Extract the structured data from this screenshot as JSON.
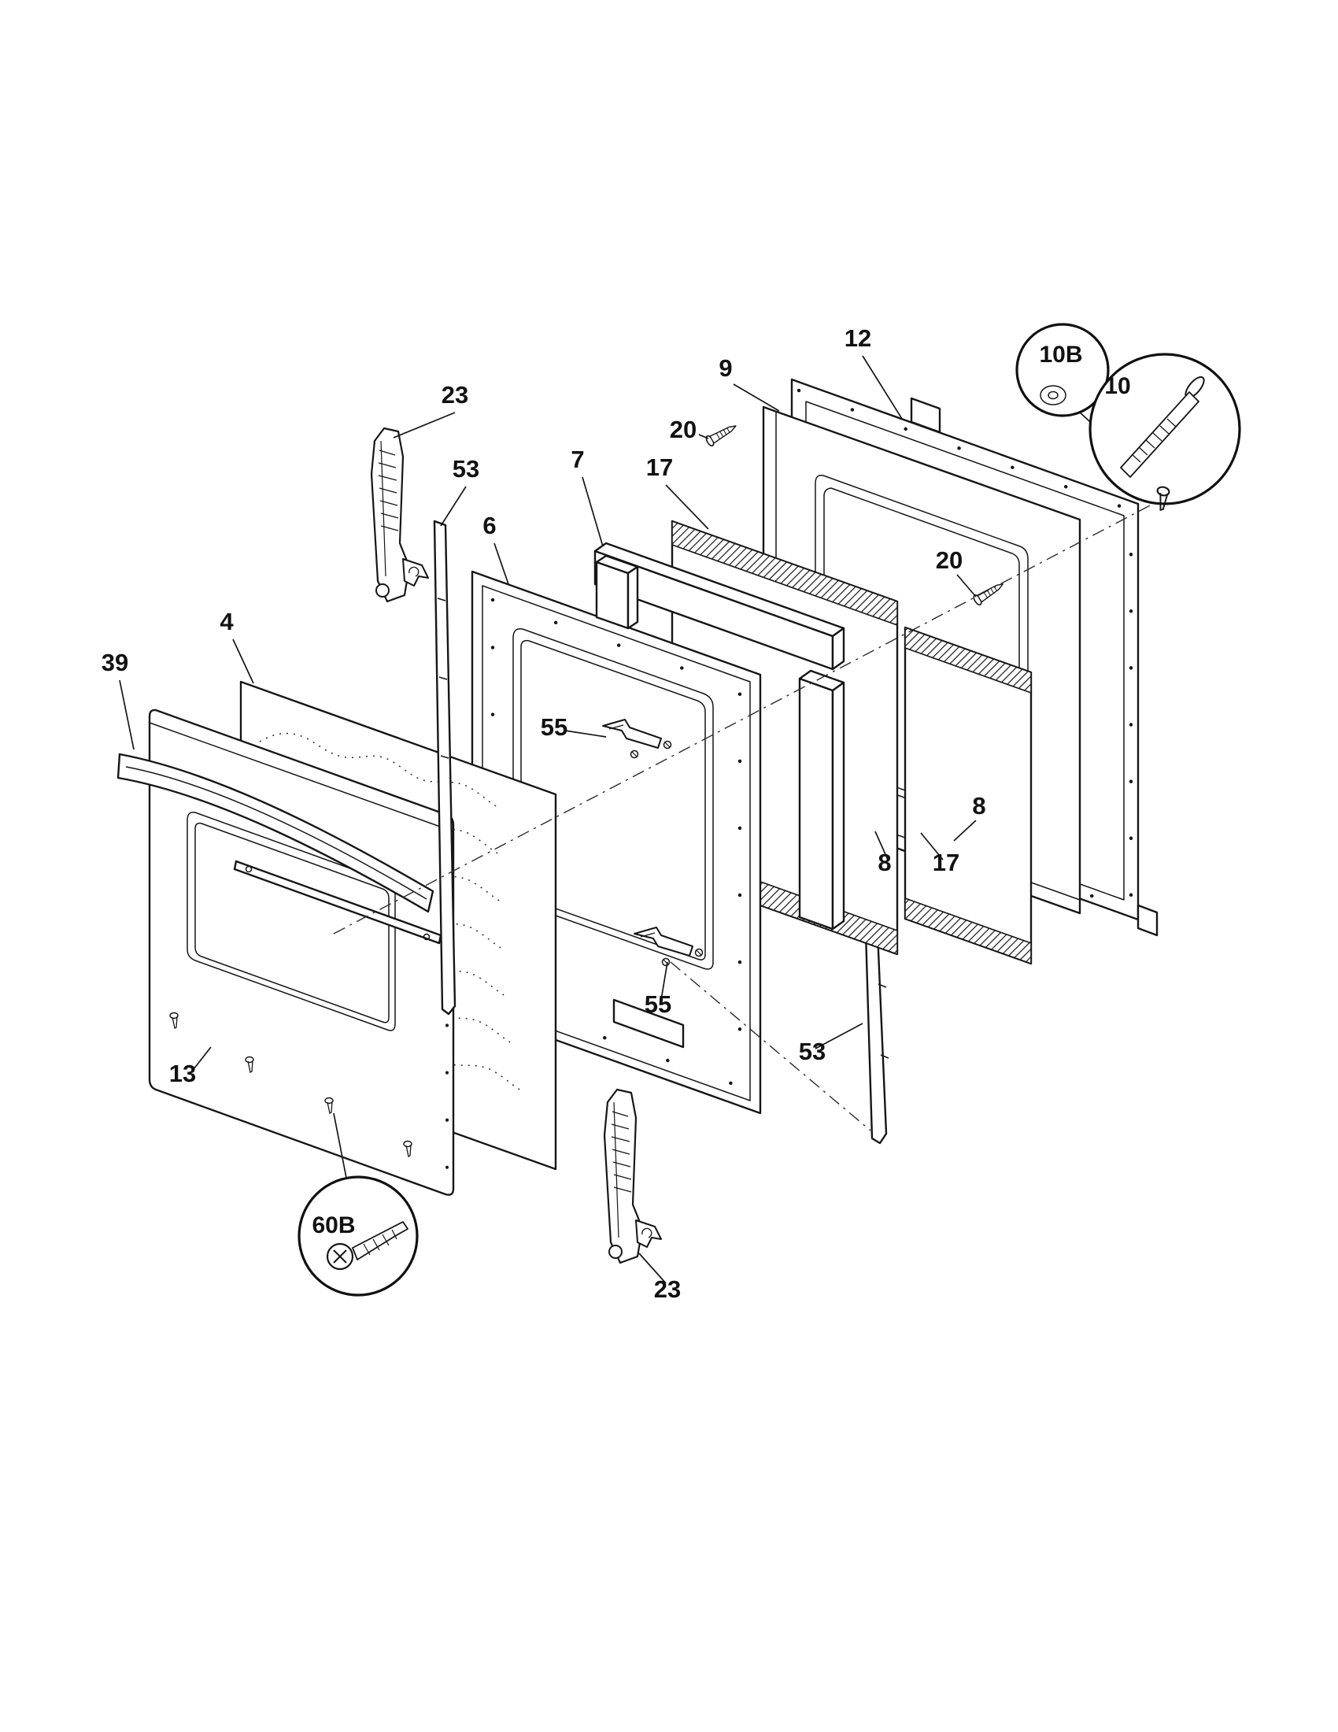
{
  "diagram": {
    "background_color": "#ffffff",
    "line_color": "#161616",
    "callouts": [
      {
        "id": "hinge-top",
        "text": "23"
      },
      {
        "id": "side-trim-left",
        "text": "53"
      },
      {
        "id": "inner-door-panel",
        "text": "6"
      },
      {
        "id": "spacer-block",
        "text": "7"
      },
      {
        "id": "door-glass-front",
        "text": "17"
      },
      {
        "id": "screw-top",
        "text": "20"
      },
      {
        "id": "inner-liner-panel",
        "text": "9"
      },
      {
        "id": "door-liner-panel",
        "text": "12"
      },
      {
        "id": "screw-right",
        "text": "20"
      },
      {
        "id": "outer-door-glass",
        "text": "4"
      },
      {
        "id": "door-handle",
        "text": "39"
      },
      {
        "id": "bracket-upper",
        "text": "55"
      },
      {
        "id": "glass-seal-right",
        "text": "8"
      },
      {
        "id": "door-glass-middle",
        "text": "17"
      },
      {
        "id": "glass-seal-left",
        "text": "8"
      },
      {
        "id": "bracket-lower",
        "text": "55"
      },
      {
        "id": "side-trim-right",
        "text": "53"
      },
      {
        "id": "outer-door-panel",
        "text": "13"
      },
      {
        "id": "hinge-bottom",
        "text": "23"
      }
    ],
    "details": [
      {
        "id": "washer-detail",
        "text": "10B"
      },
      {
        "id": "bolt-detail",
        "text": "10"
      },
      {
        "id": "screw-detail",
        "text": "60B"
      }
    ]
  }
}
